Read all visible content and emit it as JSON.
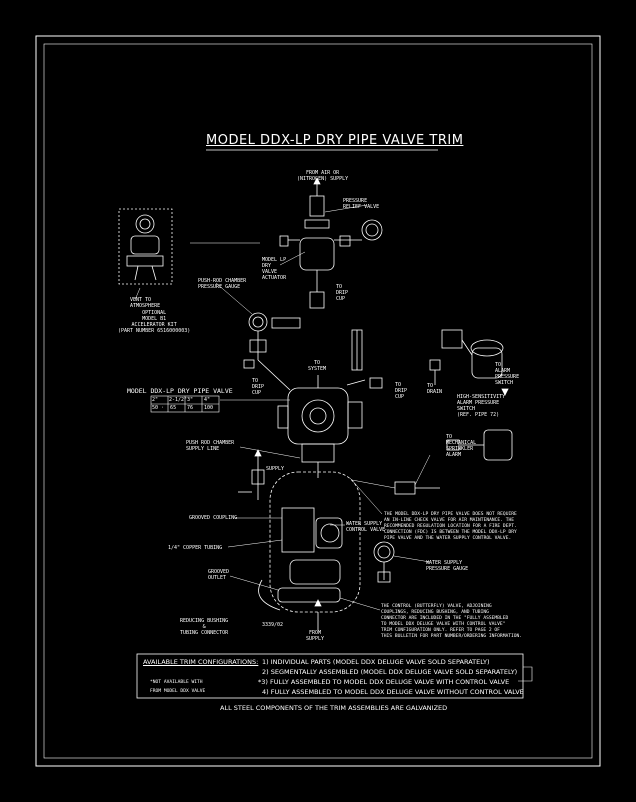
{
  "drawing": {
    "title": "MODEL DDX-LP DRY PIPE VALVE TRIM",
    "footer": "ALL STEEL COMPONENTS OF THE TRIM ASSEMBLIES ARE GALVANIZED",
    "drawing_number": "3339/02"
  },
  "labels": {
    "from_air": "FROM AIR OR\n(NITROGEN) SUPPLY",
    "pressure_relief": "PRESSURE\nRELIEF VALVE",
    "optional_kit": "OPTIONAL\nMODEL B1\nACCELERATOR KIT\n(PART NUMBER 6516000003)",
    "vent": "VENT TO\nATMOSPHERE",
    "model_lp": "MODEL LP\nDRY\nVALVE\nACTUATOR",
    "push_rod_gauge": "PUSH-ROD CHAMBER\nPRESSURE GAUGE",
    "to_drip_cup_1": "TO\nDRIP\nCUP",
    "to_drip_cup_2": "TO\nDRIP\nCUP",
    "to_drip_cup_3": "TO\nDRIP\nCUP",
    "to_system": "TO\nSYSTEM",
    "to_alarm_switch": "TO\nALARM\nPRESSURE\nSWITCH",
    "to_drain": "TO\nDRAIN",
    "high_sensitivity": "HIGH-SENSITIVITY\nALARM PRESSURE\nSWITCH\n(REF. PIPE 72)",
    "to_mech_alarm": "TO\nMECHANICAL\nSPRINKLER\nALARM",
    "valve_box_label": "MODEL DDX-LP DRY PIPE VALVE",
    "push_rod_supply": "PUSH ROD CHAMBER\nSUPPLY LINE",
    "supply": "SUPPLY",
    "grooved_coupling": "GROOVED COUPLING",
    "copper_tubing": "1/4\" COPPER TUBING",
    "water_supply_control": "WATER SUPPLY\nCONTROL VALVE",
    "grooved_outlet": "GROOVED\nOUTLET",
    "reducing_bushing": "REDUCING BUSHING\n&\nTUBING CONNECTOR",
    "from_supply": "FROM\nSUPPLY",
    "water_supply_gauge": "WATER SUPPLY\nPRESSURE GAUGE",
    "note1": "THE MODEL DDX-LP DRY PIPE VALVE DOES NOT REQUIRE\nAN IN-LINE CHECK VALVE FOR AIR MAINTENANCE. THE\nRECOMMENDED REGULATION LOCATION FOR A FIRE DEPT.\nCONNECTION (FDC) IS BETWEEN THE MODEL DDX-LP DRY\nPIPE VALVE AND THE WATER SUPPLY CONTROL VALVE.",
    "note2": "THE CONTROL (BUTTERFLY) VALVE, ADJOINING\nCOUPLINGS, REDUCING BUSHING, AND TUBING\nCONNECTOR ARE INCLUDED IN THE \"FULLY ASSEMBLED\nTO MODEL DDX DELUGE VALVE WITH CONTROL VALVE\"\nTRIM CONFIGURATION ONLY. REFER TO PAGE 2 OF\nTHIS BULLETIN FOR PART NUMBER/ORDERING INFORMATION."
  },
  "size_table": {
    "header": [
      "2\"",
      "2-1/2\"",
      "3\"",
      "4\""
    ],
    "row": [
      "50 ·  65",
      "76",
      "100",
      ""
    ]
  },
  "configurations": {
    "heading": "AVAILABLE TRIM CONFIGURATIONS:",
    "side_note": "*NOT AVAILABLE WITH\nFROM MODEL DDX VALVE",
    "items": [
      "1) INDIVIDUAL PARTS (MODEL DDX DELUGE VALVE SOLD SEPARATELY)",
      "2) SEGMENTALLY ASSEMBLED (MODEL DDX DELUGE VALVE SOLD SEPARATELY)",
      "*3) FULLY ASSEMBLED TO MODEL DDX DELUGE VALVE WITH CONTROL VALVE",
      "4) FULLY ASSEMBLED TO MODEL DDX DELUGE VALVE WITHOUT CONTROL VALVE"
    ]
  },
  "colors": {
    "background": "#000000",
    "line": "#ffffff"
  }
}
